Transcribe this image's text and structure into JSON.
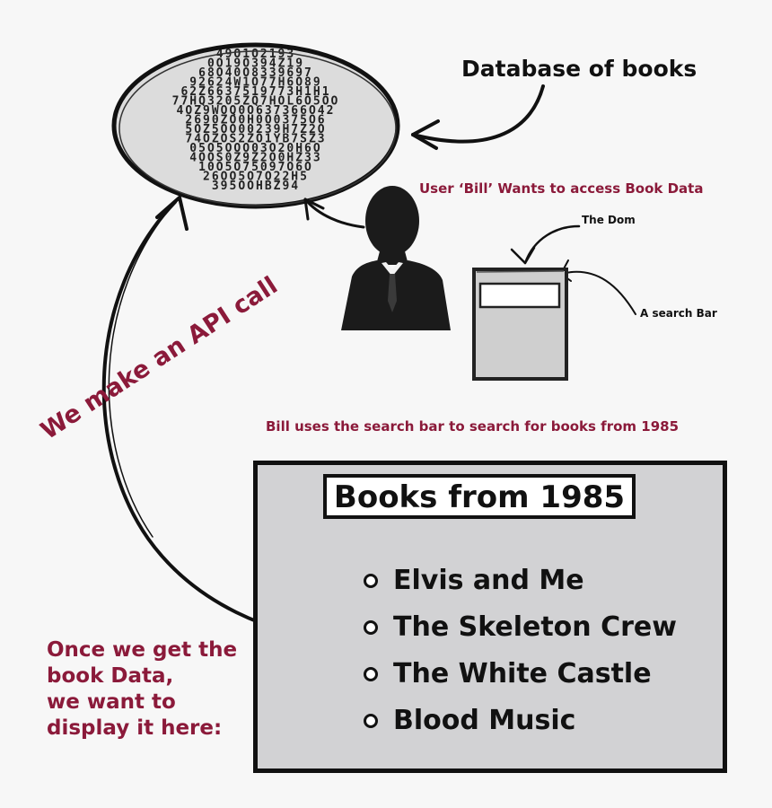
{
  "labels": {
    "database": "Database of books",
    "user": "User ‘Bill’ Wants to access Book Data",
    "dom": "The Dom",
    "search_bar": "A search Bar",
    "search_desc": "Bill uses the search bar to search for books from 1985",
    "api_call": "We make an API call",
    "display": [
      "Once we get the",
      "book Data,",
      "we want to",
      "display it here:"
    ]
  },
  "panel": {
    "title": "Books from 1985",
    "books": [
      "Elvis and Me",
      "The Skeleton Crew",
      "The White Castle",
      "Blood Music"
    ]
  },
  "database_digits": [
    "49O1O2193",
    "0O19O394Z19",
    "68O40O8339697",
    "92624W1O77H6O89",
    "62Z6637519773H1H1",
    "77HQ3205ZQ7HOL6O5OO",
    "4OZ9WOQ0O637366O42",
    "2690ZO0H0O0375O6",
    "5OZ5OO00239H7Z2O",
    "74OZOS2ZO1YB7SZ3",
    "05O5OOO03O20H6O",
    "4OOS0Z9Z2O0HZ33",
    "10O5O75097O6O",
    "26OO5O7O22H5",
    "395OOHBZ94"
  ],
  "colors": {
    "accent": "#8b1a3a",
    "ink": "#111111",
    "panel": "#d2d2d4",
    "background": "#f7f7f7"
  },
  "icons": {
    "user": "person-silhouette-icon",
    "dom": "browser-window-icon",
    "bullet": "circle-bullet-icon"
  }
}
